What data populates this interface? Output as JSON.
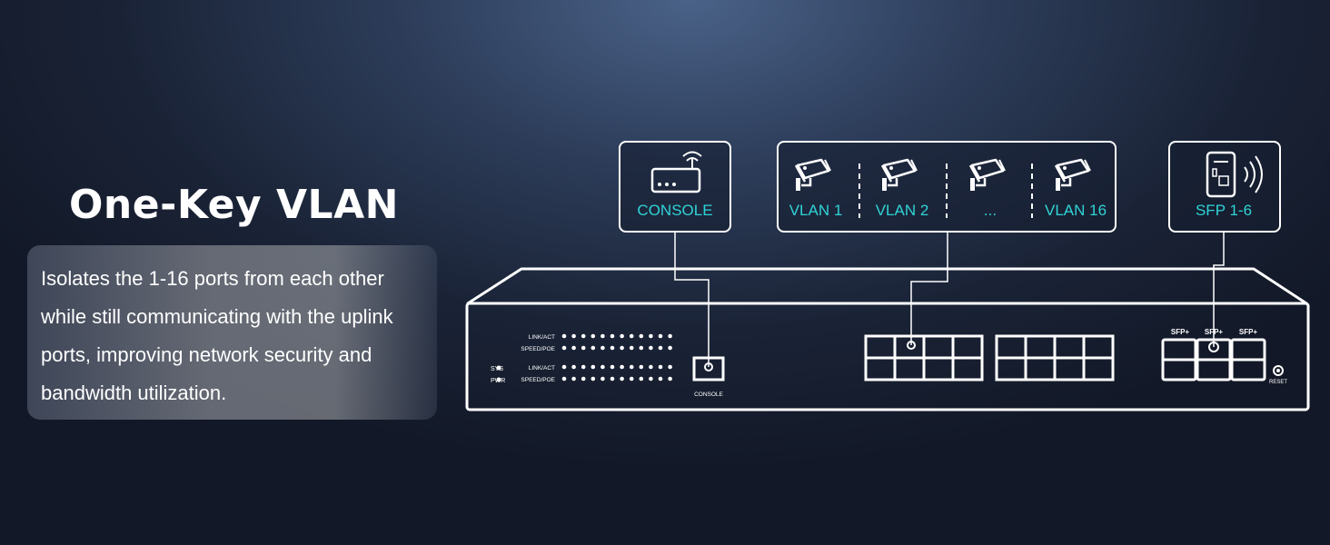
{
  "heading": "One-Key VLAN",
  "description": "Isolates the 1-16 ports from each other while still communicating with the uplink ports, improving network security and bandwidth utilization.",
  "callouts": {
    "console": "CONSOLE",
    "vlan1": "VLAN 1",
    "vlan2": "VLAN 2",
    "ellipsis": "...",
    "vlan16": "VLAN 16",
    "sfp": "SFP 1-6"
  },
  "switch_labels": {
    "link_act_top": "LINK/ACT",
    "speed_poe_top": "SPEED/POE",
    "link_act_bottom": "LINK/ACT",
    "speed_poe_bottom": "SPEED/POE",
    "sys": "SYS",
    "pwr": "PWR",
    "console": "CONSOLE",
    "sfp_1": "SFP+",
    "sfp_2": "SFP+",
    "sfp_3": "SFP+",
    "reset": "RESET"
  },
  "colors": {
    "accent": "#2fd4d6",
    "line": "#ffffff"
  },
  "icons": [
    "router-icon",
    "security-camera-icon",
    "sfp-module-icon"
  ]
}
